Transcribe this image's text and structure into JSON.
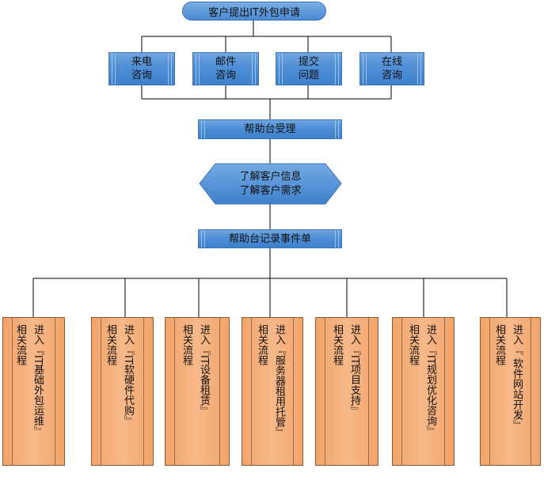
{
  "top": {
    "label": "客户提出IT外包申请"
  },
  "channels": [
    {
      "line1": "来电",
      "line2": "咨询"
    },
    {
      "line1": "邮件",
      "line2": "咨询"
    },
    {
      "line1": "提交",
      "line2": "问题"
    },
    {
      "line1": "在线",
      "line2": "咨询"
    }
  ],
  "accept": {
    "label": "帮助台受理"
  },
  "understand": {
    "line1": "了解客户信息",
    "line2": "了解客户需求"
  },
  "record": {
    "label": "帮助台记录事件单"
  },
  "processes": [
    {
      "line1": "进入『IT基础外包运维』",
      "line2": "相关流程"
    },
    {
      "line1": "进入『IT软硬件代购』",
      "line2": "相关流程"
    },
    {
      "line1": "进入『IT设备租赁』",
      "line2": "相关流程"
    },
    {
      "line1": "进入『服务器租用托管』",
      "line2": "相关流程"
    },
    {
      "line1": "进入『IT项目支持』",
      "line2": "相关流程"
    },
    {
      "line1": "进入『IT规划优化咨询』",
      "line2": "相关流程"
    },
    {
      "line1": "进入『 软件网站开发』",
      "line2": "相关流程"
    }
  ]
}
